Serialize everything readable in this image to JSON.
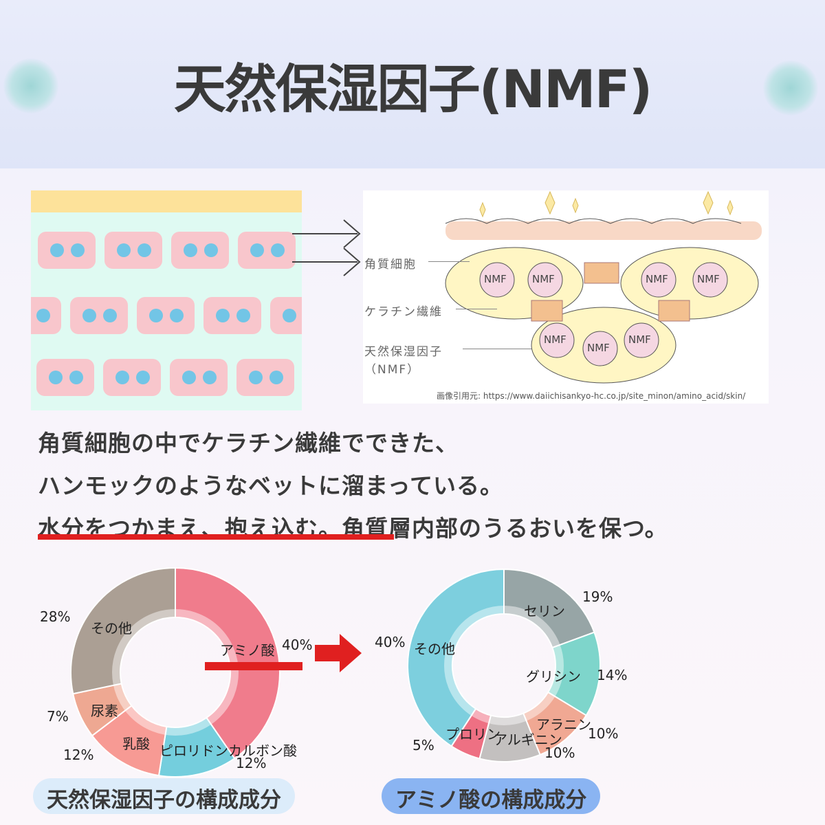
{
  "title": "天然保湿因子(NMF)",
  "illustration": {
    "labels": [
      "角質細胞",
      "ケラチン繊維",
      "天然保湿因子",
      "（NMF）"
    ],
    "nmf_badge": "NMF",
    "credit": "画像引用元: https://www.daiichisankyo-hc.co.jp/site_minon/amino_acid/skin/"
  },
  "body": {
    "line1": "角質細胞の中でケラチン繊維でできた、",
    "line2": "ハンモックのようなベットに溜まっている。",
    "line3_emphasis": "水分をつかまえ、抱え込む。",
    "line3_rest": "角質層内部のうるおいを保つ。"
  },
  "colors": {
    "accent_red": "#e02020",
    "pill_left": "#dcecfa",
    "pill_right": "#8ab4f2"
  },
  "chart_data": [
    {
      "type": "pie",
      "donut": true,
      "caption": "天然保湿因子の構成成分",
      "categories": [
        "アミノ酸",
        "ピロリドンカルボン酸",
        "乳酸",
        "尿素",
        "その他"
      ],
      "values": [
        40,
        12,
        12,
        7,
        28
      ],
      "labels": [
        "40%",
        "12%",
        "12%",
        "7%",
        "28%"
      ],
      "colors": [
        "#f07c8c",
        "#74cedd",
        "#f79a94",
        "#eea892",
        "#ab9f94"
      ]
    },
    {
      "type": "pie",
      "donut": true,
      "caption": "アミノ酸の構成成分",
      "categories": [
        "セリン",
        "グリシン",
        "アラニン",
        "アルギニン",
        "プロリン",
        "その他"
      ],
      "values": [
        19,
        14,
        10,
        10,
        5,
        40
      ],
      "labels": [
        "19%",
        "14%",
        "10%",
        "10%",
        "5%",
        "40%"
      ],
      "colors": [
        "#97a5a6",
        "#7ed5cb",
        "#f0a893",
        "#c3c0bf",
        "#ee7083",
        "#7dcfde"
      ]
    }
  ]
}
